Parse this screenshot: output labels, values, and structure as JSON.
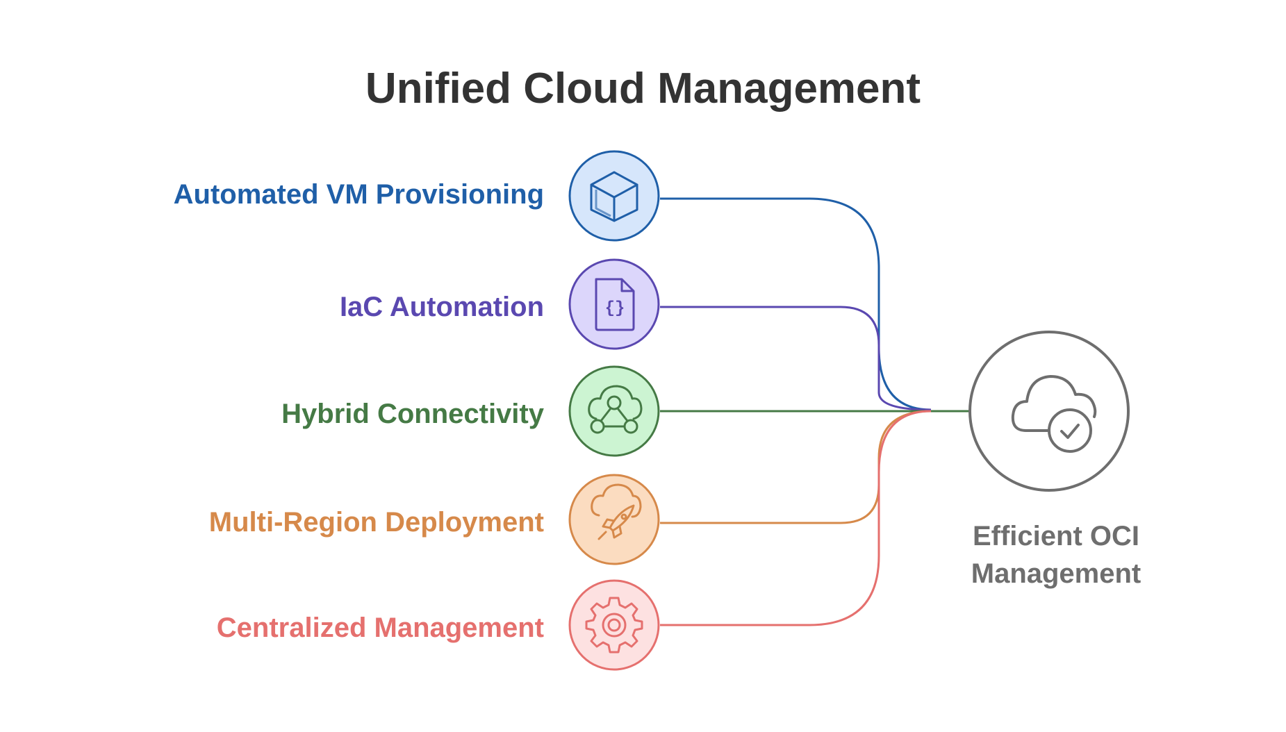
{
  "title": "Unified Cloud Management",
  "items": [
    {
      "label": "Automated VM Provisioning",
      "icon": "cube-icon",
      "color": "#1f5fa8",
      "fill": "#d6e6fb"
    },
    {
      "label": "IaC Automation",
      "icon": "code-file-icon",
      "color": "#5a48b0",
      "fill": "#dcd6fb"
    },
    {
      "label": "Hybrid Connectivity",
      "icon": "cloud-network-icon",
      "color": "#457a45",
      "fill": "#ccf4d2"
    },
    {
      "label": "Multi-Region Deployment",
      "icon": "cloud-rocket-icon",
      "color": "#d6894a",
      "fill": "#fbdcc0"
    },
    {
      "label": "Centralized Management",
      "icon": "gear-icon",
      "color": "#e5706e",
      "fill": "#fde1e1"
    }
  ],
  "target": {
    "line1": "Efficient OCI",
    "line2": "Management",
    "icon": "cloud-check-icon",
    "color": "#6e6e6e"
  }
}
